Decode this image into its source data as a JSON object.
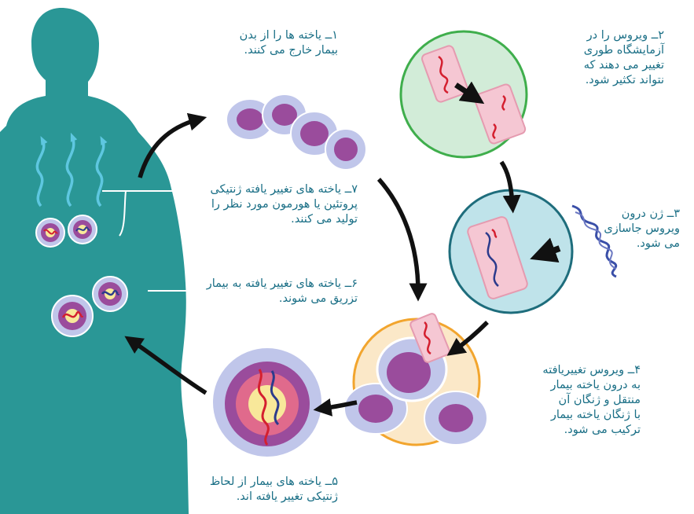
{
  "colors": {
    "text": "#1a6f86",
    "body_silhouette": "#2a9796",
    "cell_membrane": "#c0c6ea",
    "cell_nucleus": "#9a4c9c",
    "lab_circle_fill": "#d2ecd8",
    "lab_circle_border": "#3fae4c",
    "insert_circle_fill": "#bfe3ea",
    "insert_circle_border": "#1e6d7c",
    "infect_circle_border": "#f2a52e",
    "virus_fill": "#f5c7d3",
    "gene_red": "#d41f2f",
    "gene_blue": "#2c3b8c",
    "arrow": "#111111",
    "heat_arrows": "#5ec7e0"
  },
  "icons": {
    "patient": "human-silhouette",
    "cells": "cell-cluster",
    "virus": "virus-capsule",
    "gene": "dna-strand",
    "heat": "wavy-up-arrows"
  },
  "steps": [
    {
      "id": "step-1",
      "text": "۱ــ یاخته ها را از بدن\nبیمار خارج می کنند."
    },
    {
      "id": "step-2",
      "text": "۲ــ ویروس را در\nآزمایشگاه طوری\nتغییر می دهند که\nنتواند تکثیر شود."
    },
    {
      "id": "step-3",
      "text": "۳ــ ژن درون\nویروس جاسازی\nمی شود."
    },
    {
      "id": "step-4",
      "text": "۴ــ ویروس تغییریافته\nبه درون یاخته بیمار\nمنتقل و ژنگان آن\nبا ژنگان یاخته بیمار\nترکیب می شود."
    },
    {
      "id": "step-5",
      "text": "۵ــ یاخته های بیمار از لحاظ\nژنتیکی تغییر یافته اند."
    },
    {
      "id": "step-6",
      "text": "۶ــ یاخته های تغییر یافته به بیمار\nتزریق می شوند."
    },
    {
      "id": "step-7",
      "text": "۷ــ یاخته های تغییر یافته ژنتیکی\nپروتئین یا هورمون مورد نظر را\nتولید می کنند."
    }
  ]
}
